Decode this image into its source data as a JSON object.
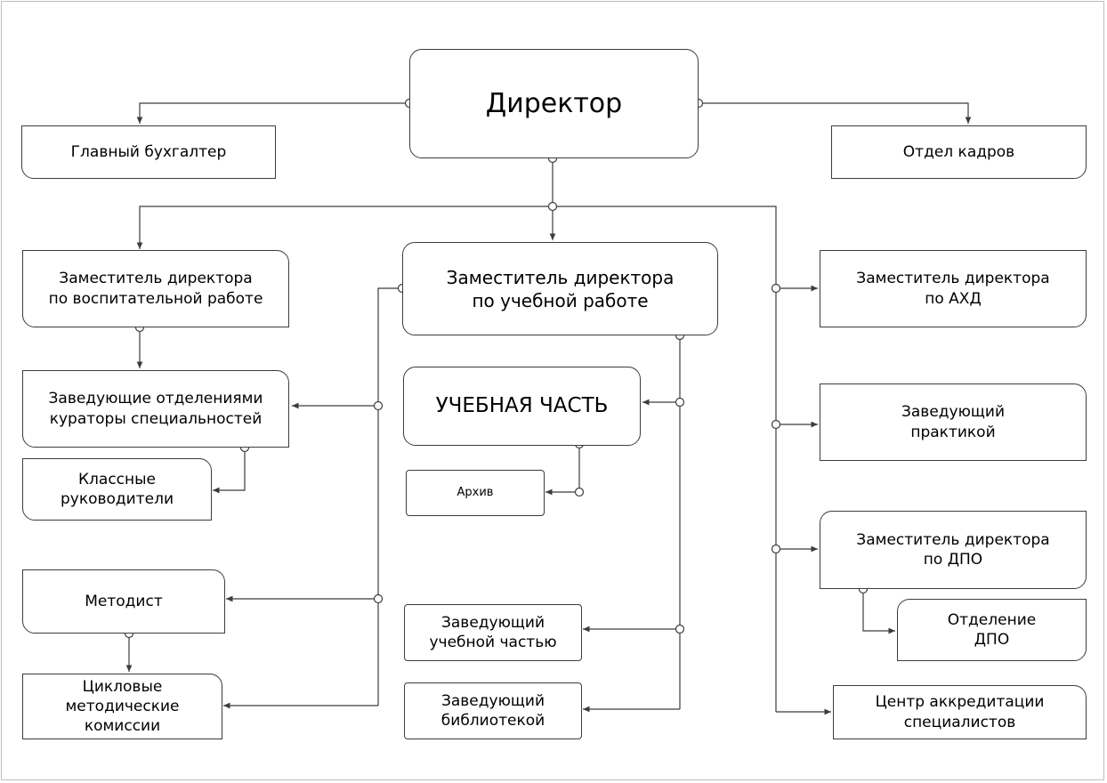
{
  "nodes": {
    "director": "Директор",
    "chief_accountant": "Главный бухгалтер",
    "hr_department": "Отдел кадров",
    "deputy_education_work": "Заместитель директора\nпо воспитательной работе",
    "deputy_academic_work": "Заместитель директора\nпо учебной работе",
    "deputy_ahd": "Заместитель директора\nпо АХД",
    "department_heads": "Заведующие отделениями\nкураторы специальностей",
    "class_teachers": "Классные\nруководители",
    "academic_office": "УЧЕБНАЯ ЧАСТЬ",
    "archive": "Архив",
    "practice_head": "Заведующий\nпрактикой",
    "deputy_dpo": "Заместитель директора\nпо ДПО",
    "dpo_department": "Отделение\nДПО",
    "methodist": "Методист",
    "cyclic_commissions": "Цикловые\nметодические\nкомиссии",
    "academic_office_head": "Заведующий\nучебной частью",
    "library_head": "Заведующий\nбиблиотекой",
    "accreditation_center": "Центр аккредитации\nспециалистов"
  },
  "colors": {
    "line": "#3c3c3c",
    "border": "#3c3c3c",
    "frame": "#bdbdbd",
    "background": "#ffffff"
  }
}
